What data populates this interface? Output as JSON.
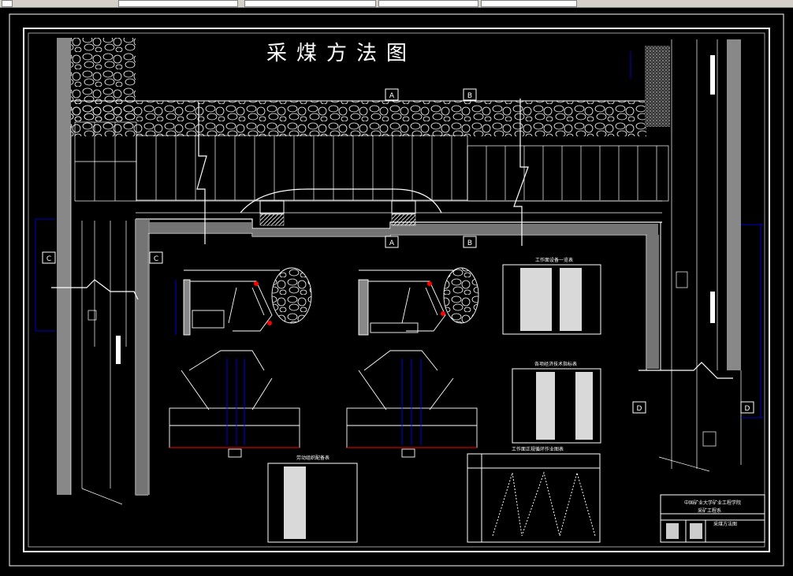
{
  "drawing": {
    "title": "采煤方法图",
    "section_labels": {
      "a": "A",
      "b": "B",
      "c": "C",
      "d": "D"
    },
    "tables": {
      "equipment": "工作面设备一览表",
      "tech_econ": "各项经济技术指标表",
      "labor": "劳动组织配备表",
      "cycle": "工作面正规循环作业图表"
    },
    "title_block": {
      "school": "中国矿业大学矿业工程学院",
      "dept": "采矿工程系",
      "drawing_name": "采煤方法图"
    }
  },
  "colors": {
    "background": "#000000",
    "lines": "#ffffff",
    "dimension": "#0000ff",
    "highlight": "#ff0000",
    "toolbar": "#d4d0c8"
  }
}
